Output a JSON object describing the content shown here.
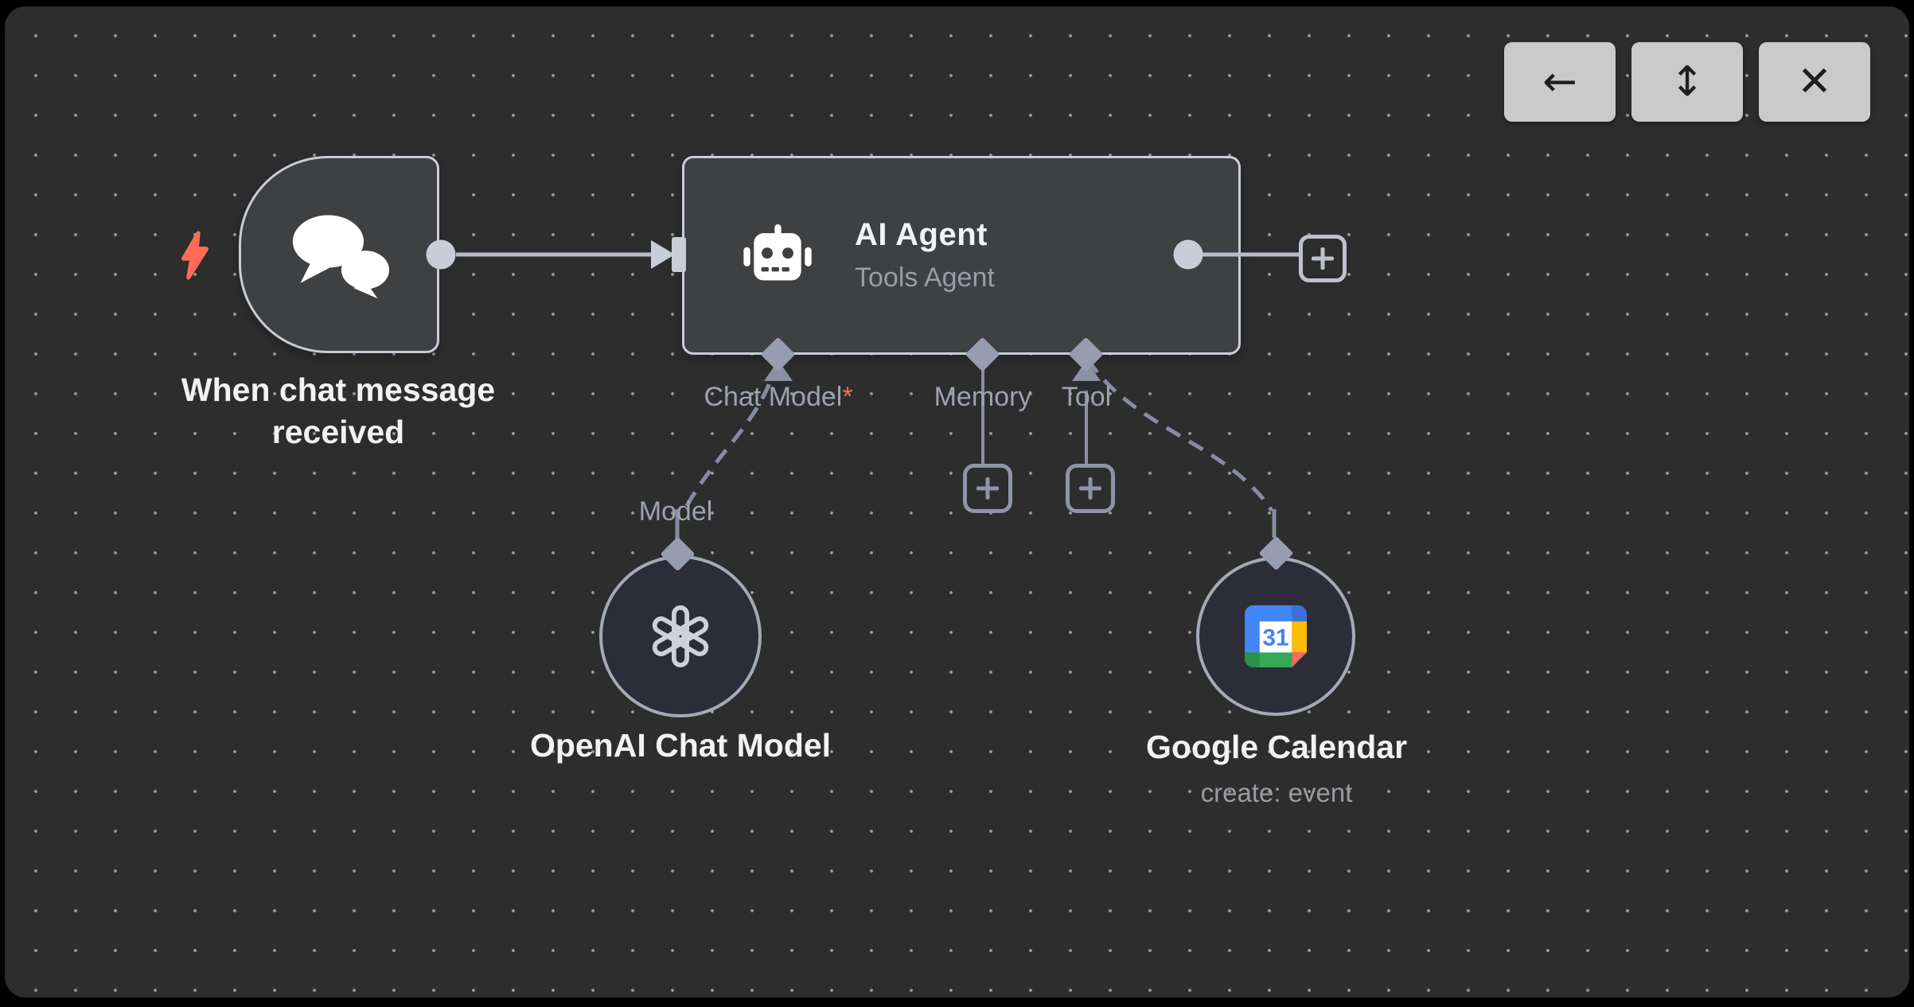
{
  "toolbar": {
    "back_glyph": "←",
    "fit_glyph": "↕",
    "close_glyph": "✕"
  },
  "nodes": {
    "trigger": {
      "label": "When chat message received"
    },
    "agent": {
      "title": "AI Agent",
      "subtitle": "Tools Agent",
      "ports": [
        {
          "label": "Chat Model",
          "marker": "*"
        },
        {
          "label": "Memory",
          "marker": ""
        },
        {
          "label": "Tool",
          "marker": ""
        }
      ]
    },
    "openai": {
      "label": "OpenAI Chat Model",
      "input_label": "Model"
    },
    "gcal": {
      "label": "Google Calendar",
      "subtitle": "create: event",
      "icon_text": "31"
    }
  },
  "colors": {
    "canvas_bg": "#2d2d2d",
    "node_fill": "#3f4042",
    "node_border": "#c9cdd7",
    "circle_fill": "#2c2d39",
    "port": "#989cb0",
    "connection": "#b8bdc8",
    "dashed_connection": "#868ca0",
    "accent_red": "#ff6b57",
    "port_label": "#9da2b0",
    "title_text": "#f1f2f4",
    "toolbar_button": "#cacaca"
  }
}
